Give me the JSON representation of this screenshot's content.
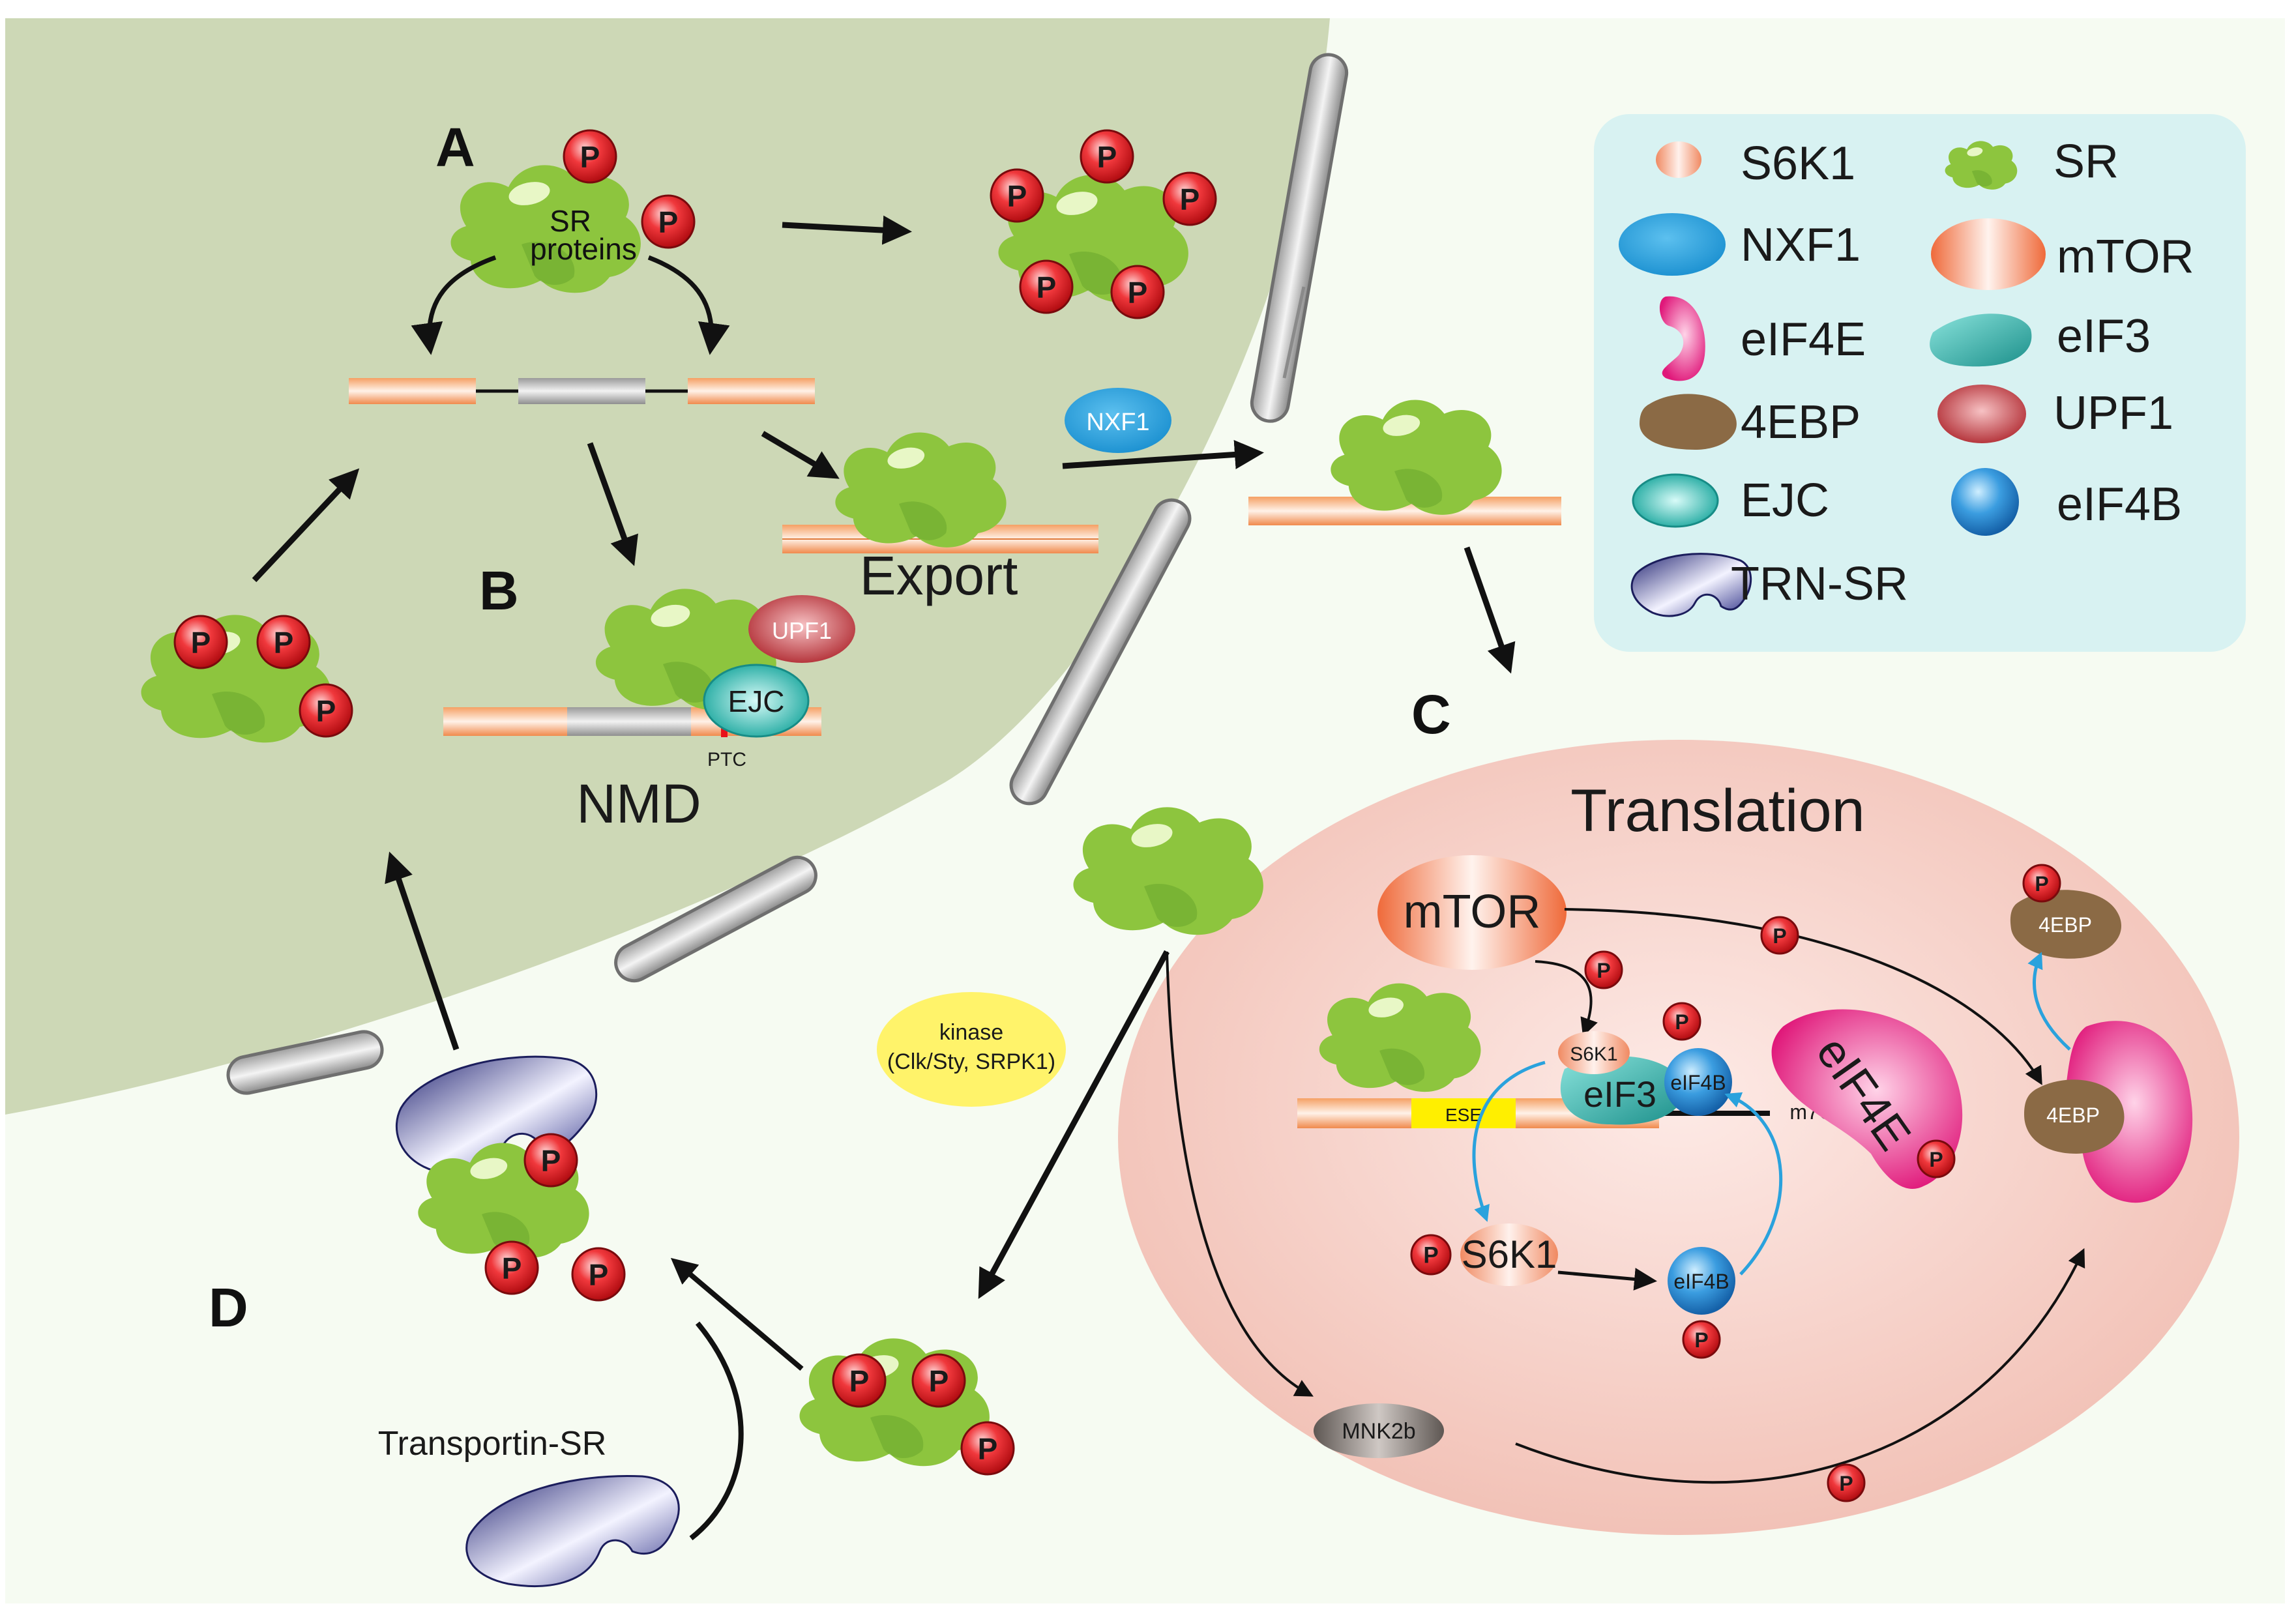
{
  "panels": {
    "a": "A",
    "b": "B",
    "c": "C",
    "d": "D"
  },
  "nucleus": {
    "sr_proteins": [
      "SR",
      "proteins"
    ],
    "export": "Export",
    "nxf1": "NXF1",
    "nmd": "NMD",
    "upf1": "UPF1",
    "ejc": "EJC",
    "ptc": "PTC"
  },
  "cytoplasm": {
    "kinase": [
      "kinase",
      "(Clk/Sty, SRPK1)"
    ],
    "transportin": "Transportin-SR"
  },
  "translation": {
    "title": "Translation",
    "mtor": "mTOR",
    "s6k1_small": "S6K1",
    "s6k1": "S6K1",
    "eif3": "eIF3",
    "eif4b": "eIF4B",
    "eif4e": "eIF4E",
    "m7g": "m7G",
    "ese": "ESE",
    "ebp_top": "4EBP",
    "ebp_bound": "4EBP",
    "mnk2b": "MNK2b"
  },
  "phospho": "P",
  "legend": {
    "items": [
      {
        "label": "S6K1",
        "icon": "s6k1-icon"
      },
      {
        "label": "SR",
        "icon": "sr-icon"
      },
      {
        "label": "NXF1",
        "icon": "nxf1-icon"
      },
      {
        "label": "mTOR",
        "icon": "mtor-icon"
      },
      {
        "label": "eIF4E",
        "icon": "eif4e-icon"
      },
      {
        "label": "eIF3",
        "icon": "eif3-icon"
      },
      {
        "label": "4EBP",
        "icon": "4ebp-icon"
      },
      {
        "label": "UPF1",
        "icon": "upf1-icon"
      },
      {
        "label": "EJC",
        "icon": "ejc-icon"
      },
      {
        "label": "eIF4B",
        "icon": "eif4b-icon"
      },
      {
        "label": "TRN-SR",
        "icon": "trn-sr-icon"
      }
    ]
  },
  "colors": {
    "nucleus": "#cdd8b6",
    "cytoplasm": "#f6fbf2",
    "sr": "#8dc53e",
    "phospho": "#e8242a",
    "nxf1": "#2aa5df",
    "legend_bg": "#d8f2f2",
    "translation_bg": "#f6cfc6",
    "eif4e": "#e8207a",
    "ebp": "#8b6a45",
    "ejc": "#2fb7b0",
    "upf1": "#c0393f",
    "trn": "#2c2f86"
  }
}
